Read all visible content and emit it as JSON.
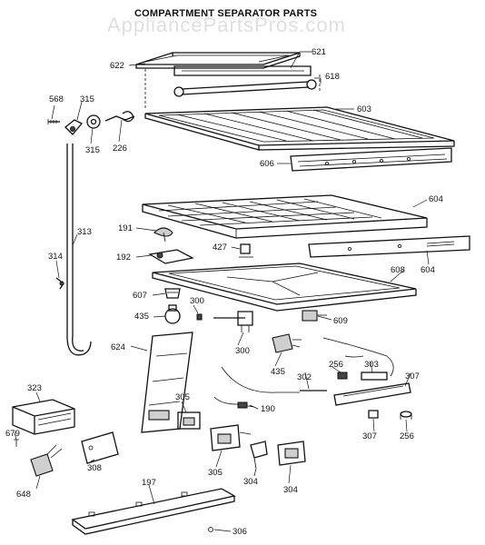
{
  "title": "COMPARTMENT SEPARATOR PARTS",
  "watermark": "AppliancePartsPros.com",
  "labels": {
    "p622": "622",
    "p621": "621",
    "p618": "618",
    "p603": "603",
    "p606": "606",
    "p568": "568",
    "p315a": "315",
    "p315b": "315",
    "p226": "226",
    "p604a": "604",
    "p604b": "604",
    "p191": "191",
    "p192": "192",
    "p427": "427",
    "p313": "313",
    "p314": "314",
    "p608": "608",
    "p607": "607",
    "p300a": "300",
    "p609": "609",
    "p435a": "435",
    "p435b": "435",
    "p300b": "300",
    "p624": "624",
    "p302": "302",
    "p256a": "256",
    "p303": "303",
    "p307a": "307",
    "p307b": "307",
    "p256b": "256",
    "p190": "190",
    "p305a": "305",
    "p305b": "305",
    "p323": "323",
    "p679": "679",
    "p308": "308",
    "p304a": "304",
    "p304b": "304",
    "p648": "648",
    "p197": "197",
    "p306": "306"
  }
}
